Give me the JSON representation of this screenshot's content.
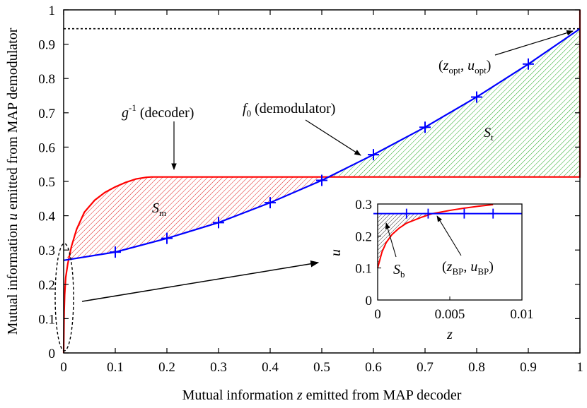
{
  "chart_data": {
    "type": "line",
    "xlabel": {
      "pre": "Mutual information ",
      "var": "z",
      "post": " emitted from MAP decoder"
    },
    "ylabel": {
      "pre": "Mutual information ",
      "var": "u",
      "post": " emitted from MAP demodulator"
    },
    "xlim": [
      0,
      1
    ],
    "ylim": [
      0,
      1
    ],
    "xticks": [
      "0",
      "0.1",
      "0.2",
      "0.3",
      "0.4",
      "0.5",
      "0.6",
      "0.7",
      "0.8",
      "0.9",
      "1"
    ],
    "yticks": [
      "0",
      "0.1",
      "0.2",
      "0.3",
      "0.4",
      "0.5",
      "0.6",
      "0.7",
      "0.8",
      "0.9",
      "1"
    ],
    "grid": false,
    "colors": {
      "demod": "#0000ff",
      "decoder": "#ff0000",
      "hatch_green": "#22aa22",
      "hatch_red": "#e02020",
      "hatch_black": "#000000"
    },
    "series": [
      {
        "name": "f0 (demodulator)",
        "x": [
          0,
          0.1,
          0.2,
          0.3,
          0.4,
          0.5,
          0.6,
          0.7,
          0.8,
          0.9,
          1.0
        ],
        "y": [
          0.27,
          0.294,
          0.334,
          0.38,
          0.438,
          0.503,
          0.578,
          0.658,
          0.746,
          0.842,
          0.945
        ],
        "marker": "+"
      },
      {
        "name": "g^-1 (decoder)",
        "x": [
          0,
          0.001,
          0.002,
          0.004,
          0.008,
          0.015,
          0.025,
          0.04,
          0.06,
          0.08,
          0.1,
          0.12,
          0.14,
          0.16,
          0.17,
          0.5,
          1.0,
          1.0
        ],
        "y": [
          0,
          0.12,
          0.17,
          0.22,
          0.26,
          0.31,
          0.36,
          0.41,
          0.445,
          0.468,
          0.484,
          0.497,
          0.507,
          0.512,
          0.513,
          0.513,
          0.513,
          1.0
        ]
      }
    ],
    "reference_line": {
      "y": 0.945,
      "style": "dotted"
    },
    "labels": {
      "decoder": {
        "sym": "g",
        "sup": "-1",
        "text": " (decoder)"
      },
      "demod": {
        "sym": "f",
        "sub": "0",
        "text": " (demodulator)"
      },
      "opt": {
        "open": "(",
        "z": "z",
        "zsub": "opt",
        "sep": ", ",
        "u": "u",
        "usub": "opt",
        "close": ")"
      },
      "St": {
        "sym": "S",
        "sub": "t"
      },
      "Sm": {
        "sym": "S",
        "sub": "m"
      },
      "Sb": {
        "sym": "S",
        "sub": "b"
      },
      "bp": {
        "open": "(",
        "z": "z",
        "zsub": "BP",
        "sep": ", ",
        "u": "u",
        "usub": "BP",
        "close": ")"
      }
    },
    "inset": {
      "xlim": [
        0,
        0.01
      ],
      "ylim": [
        0,
        0.3
      ],
      "xticks": [
        "0",
        "0.005",
        "0.01"
      ],
      "xtick_values": [
        0,
        0.005,
        0.01
      ],
      "yticks": [
        "0",
        "0.1",
        "0.2",
        "0.3"
      ],
      "ytick_values": [
        0,
        0.1,
        0.2,
        0.3
      ],
      "xlabel": "z",
      "ylabel": "u",
      "demod_level": 0.27,
      "demod_marks": [
        0.002,
        0.0035,
        0.006,
        0.008
      ],
      "decoder": {
        "x": [
          0,
          0.0003,
          0.0006,
          0.001,
          0.0015,
          0.002,
          0.003,
          0.0038,
          0.005,
          0.006,
          0.007,
          0.008
        ],
        "y": [
          0.1,
          0.15,
          0.18,
          0.205,
          0.225,
          0.24,
          0.258,
          0.27,
          0.28,
          0.287,
          0.293,
          0.298
        ]
      }
    }
  }
}
